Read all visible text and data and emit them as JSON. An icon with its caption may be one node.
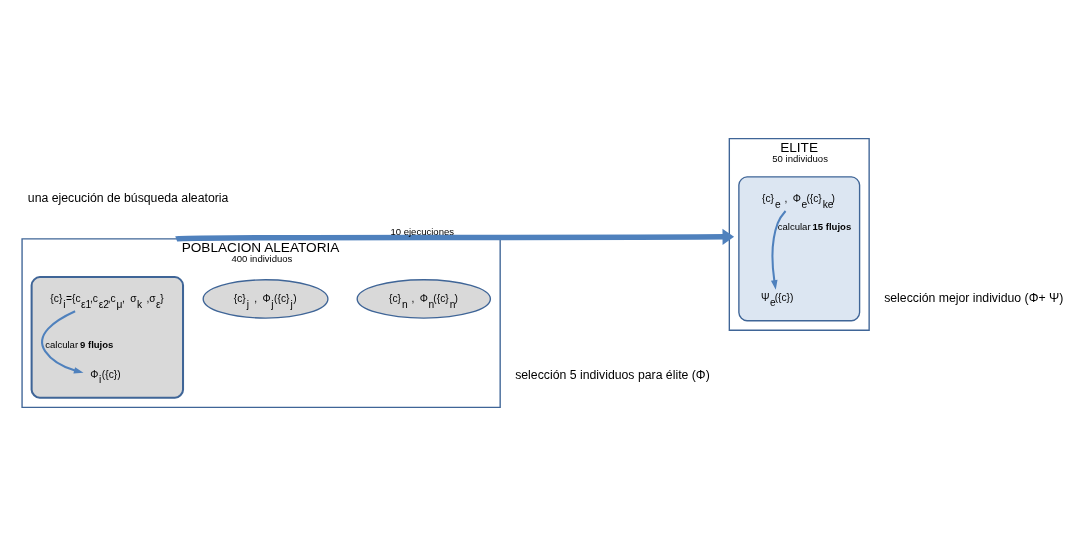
{
  "diagram": {
    "nodes": [
      {
        "text": [
          "POBLACION ALEATORIA",
          "400 individuos"
        ],
        "beside": [
          "una ejecución de búsqueda aleatoria",
          "selección 5 individuos para élite (Φ)"
        ]
      },
      {
        "text": [],
        "shape": "cloud",
        "in": 0
      },
      {
        "text": [
          "{c}$_{i}$={c$_{ε1}$,c$_{ε2}$,c$_{μ}$, σ$_{k}$ ,σ$_{ε}$}"
        ],
        "in": 1
      },
      {
        "text": [
          "Φ$_{i}$({c})"
        ],
        "in": 1
      },
      {
        "text": [
          "{c}$_{j}$ , Φ$_{j}$({c}$_{j}$)"
        ],
        "in": 0
      },
      {
        "text": [
          "{c}$_{n}$ , Φ$_{n}$({c}$_{n}$)"
        ],
        "in": 0
      },
      {
        "text": [
          "ELITE",
          "50 individuos"
        ],
        "beside": [
          "selección mejor individuo (Φ+ Ψ)"
        ]
      },
      {
        "text": [],
        "shape": "ellipse",
        "in": 6
      },
      {
        "text": [
          "{c}$_{e}$ , Φ$_{e}$({c}$_{ke}$)"
        ],
        "in": 7
      },
      {
        "text": [
          "Ψ$_{e}$({c})"
        ],
        "in": 7
      }
    ],
    "edges": [
      {
        "from": 2,
        "to": 3,
        "arrow": "to",
        "label": "calcular **9 flujos**"
      },
      {
        "from": 8,
        "to": 9,
        "arrow": "to",
        "label": "calcular **15 flujos**"
      },
      {
        "from": 0,
        "to": 6,
        "arrow": "to",
        "label": "10 ejecuciones",
        "style": "thick"
      }
    ]
  }
}
